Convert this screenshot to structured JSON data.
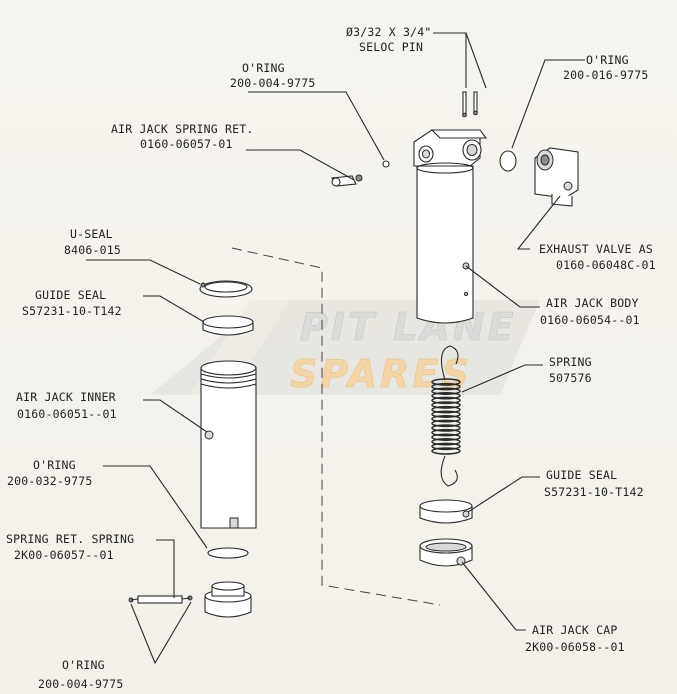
{
  "watermark": {
    "line1": "PIT LANE",
    "line2": "SPARES",
    "colors": {
      "line1": "#d9d9d9",
      "line2": "#f4d2a0",
      "band": "#e6e4de"
    }
  },
  "labels": {
    "seloc_pin": {
      "name": "Ø3/32 X 3/4\"",
      "part": "SELOC PIN"
    },
    "oring_top_left": {
      "name": "O'RING",
      "part": "200-004-9775"
    },
    "oring_top_right": {
      "name": "O'RING",
      "part": "200-016-9775"
    },
    "spring_ret": {
      "name": "AIR JACK SPRING RET.",
      "part": "0160-06057-01"
    },
    "u_seal": {
      "name": "U-SEAL",
      "part": "8406-015"
    },
    "exhaust_valve": {
      "name": "EXHAUST VALVE AS",
      "part": "0160-06048C-01"
    },
    "guide_seal_left": {
      "name": "GUIDE SEAL",
      "part": "S57231-10-T142"
    },
    "air_jack_body": {
      "name": "AIR JACK BODY",
      "part": "0160-06054--01"
    },
    "spring": {
      "name": "SPRING",
      "part": "507576"
    },
    "air_jack_inner": {
      "name": "AIR JACK INNER",
      "part": "0160-06051--01"
    },
    "oring_mid_left": {
      "name": "O'RING",
      "part": "200-032-9775"
    },
    "guide_seal_right": {
      "name": "GUIDE SEAL",
      "part": "S57231-10-T142"
    },
    "spring_ret_spring": {
      "name": "SPRING RET. SPRING",
      "part": "2K00-06057--01"
    },
    "air_jack_cap": {
      "name": "AIR JACK CAP",
      "part": "2K00-06058--01"
    },
    "oring_bottom": {
      "name": "O'RING",
      "part": "200-004-9775"
    }
  }
}
